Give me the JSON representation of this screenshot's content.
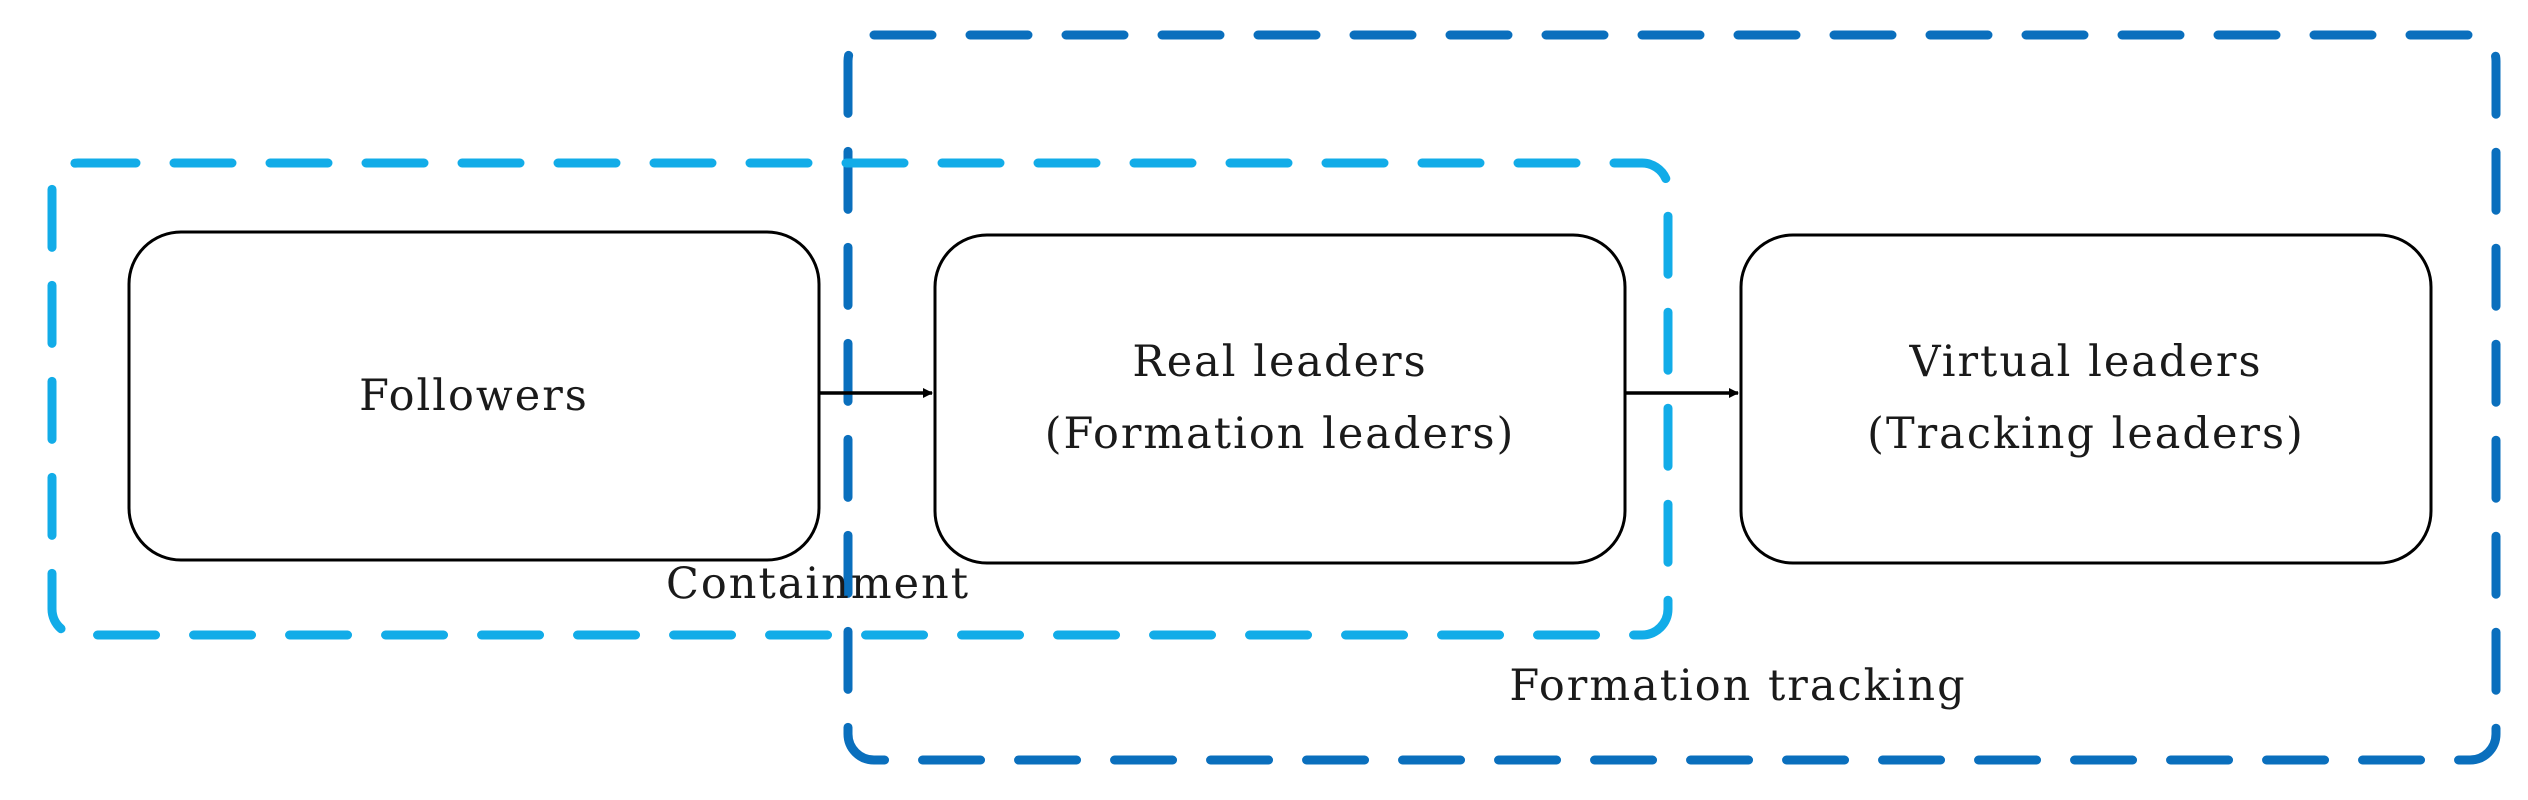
{
  "diagram": {
    "colors": {
      "box_stroke": "#000000",
      "arrow": "#000000",
      "containment_group": "#12ace8",
      "formation_group": "#0a6fbd"
    },
    "boxes": {
      "followers": {
        "line1": "Followers"
      },
      "real_leaders": {
        "line1": "Real leaders",
        "line2": "(Formation leaders)"
      },
      "virtual_leaders": {
        "line1": "Virtual leaders",
        "line2": "(Tracking leaders)"
      }
    },
    "groups": {
      "containment": {
        "label": "Containment"
      },
      "formation_tracking": {
        "label": "Formation tracking"
      }
    }
  }
}
